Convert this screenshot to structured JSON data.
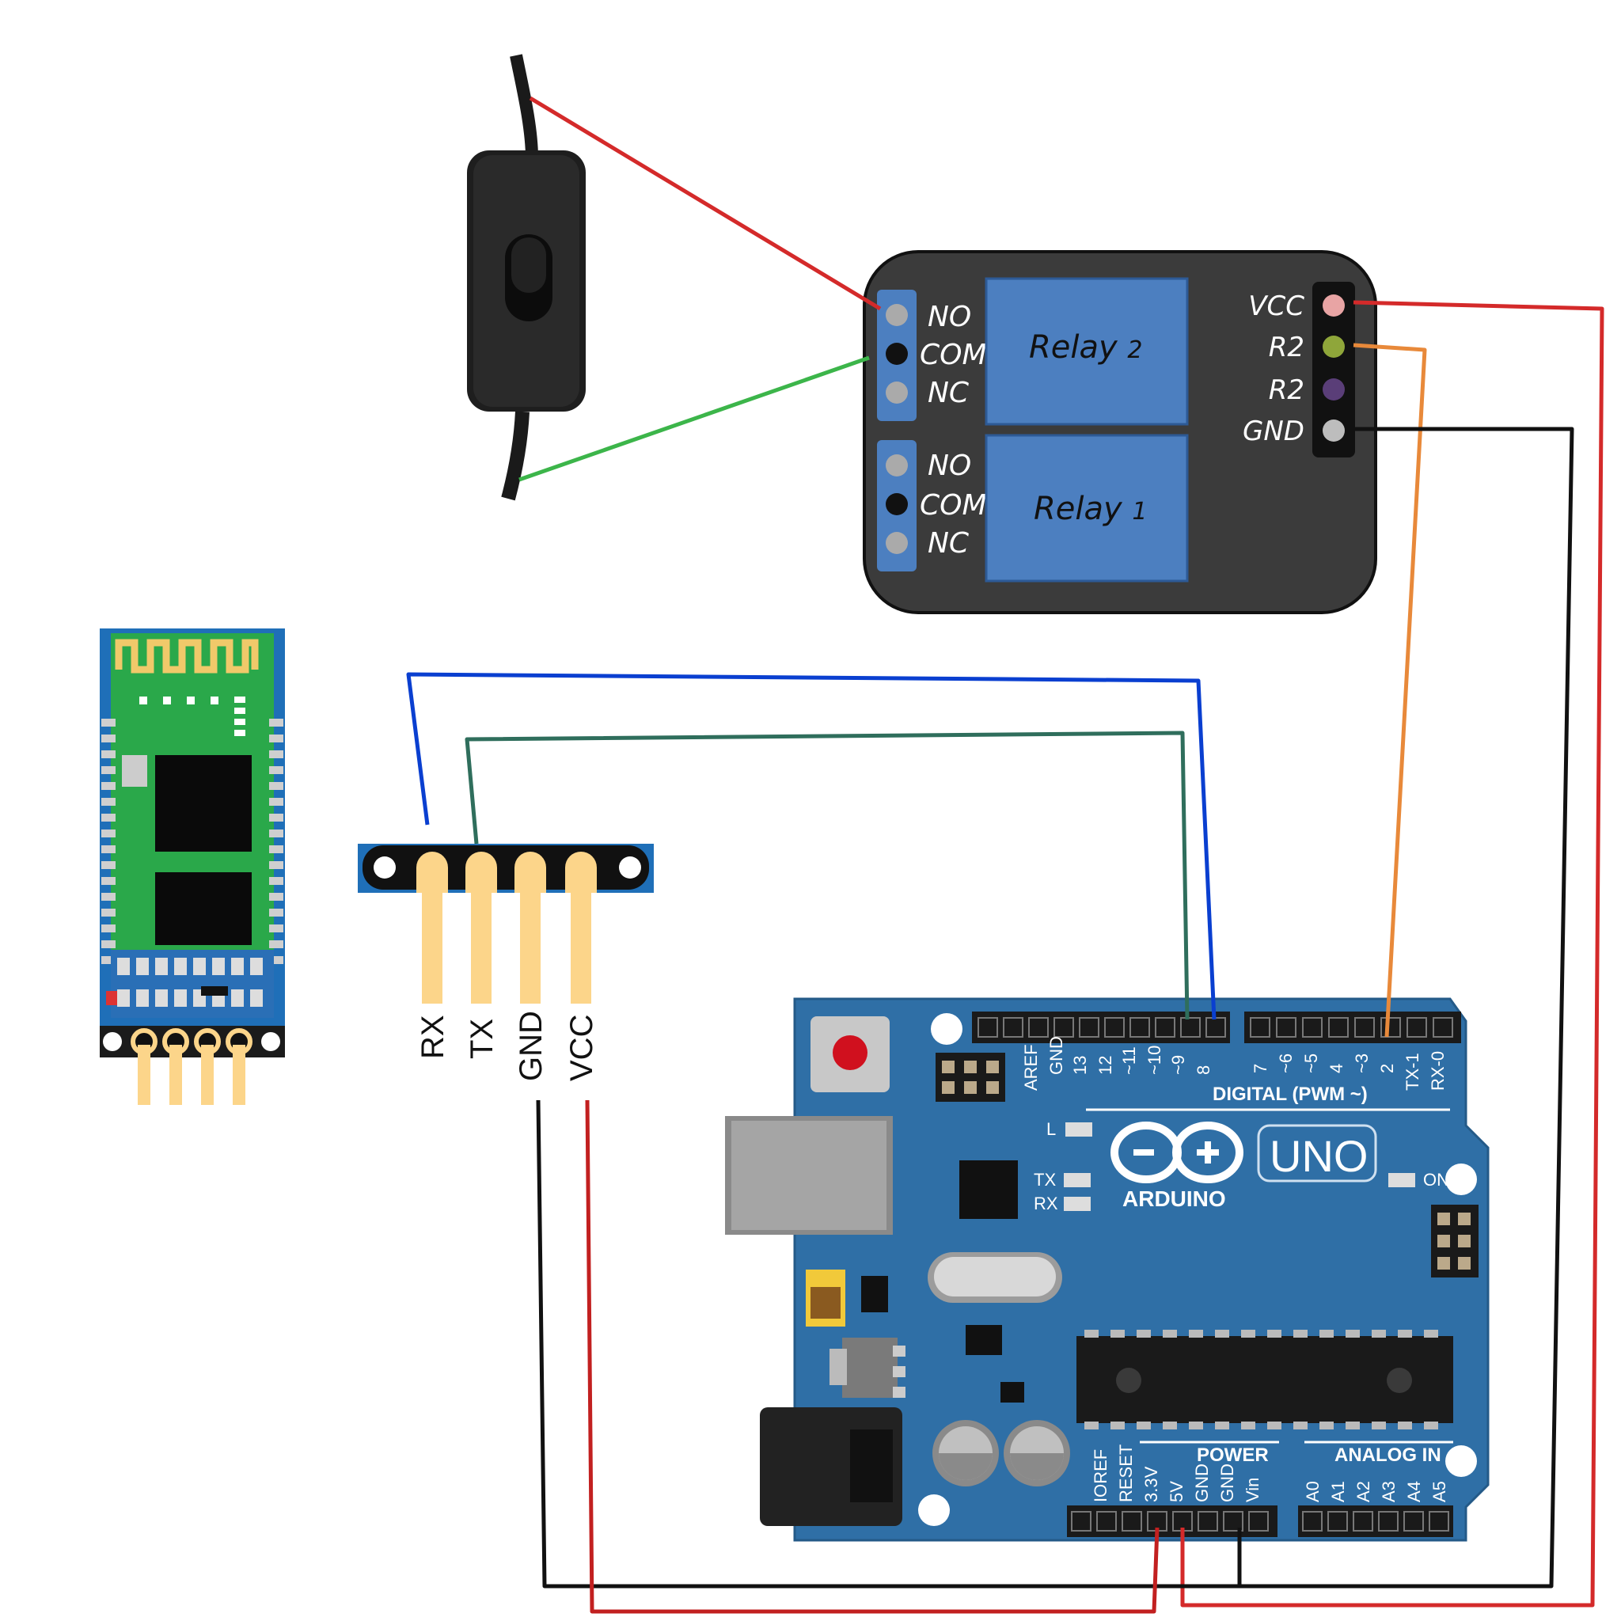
{
  "relay_module": {
    "relay2": {
      "prefix": "Relay ",
      "num": "2"
    },
    "relay1": {
      "prefix": "Relay ",
      "num": "1"
    },
    "terminal_upper": {
      "no": "NO",
      "com": "COM",
      "nc": "NC"
    },
    "terminal_lower": {
      "no": "NO",
      "com": "COM",
      "nc": "NC"
    },
    "pins": [
      {
        "label": "VCC",
        "color": "#e8a4a4"
      },
      {
        "label": "R2",
        "color": "#8fa63a"
      },
      {
        "label": "R2",
        "color": "#5a3e78"
      },
      {
        "label": "GND",
        "color": "#bdbdbd"
      }
    ]
  },
  "breakout": {
    "labels": [
      "RX",
      "TX",
      "GND",
      "VCC"
    ]
  },
  "arduino": {
    "logo_text": "ARDUINO",
    "model": "UNO",
    "digital_title": "DIGITAL (PWM ~)",
    "digital_pins_left": [
      "AREF",
      "GND",
      "13",
      "12",
      "~11",
      "~10",
      "~9",
      "8"
    ],
    "digital_pins_right": [
      "7",
      "~6",
      "~5",
      "4",
      "~3",
      "2",
      "TX-1",
      "RX-0"
    ],
    "led_l": "L",
    "led_tx": "TX",
    "led_rx": "RX",
    "led_on": "ON",
    "power_title": "POWER",
    "power_pins": [
      "IOREF",
      "RESET",
      "3.3V",
      "5V",
      "GND",
      "GND",
      "Vin"
    ],
    "analog_title": "ANALOG IN",
    "analog_pins": [
      "A0",
      "A1",
      "A2",
      "A3",
      "A4",
      "A5"
    ]
  },
  "wire_colors": {
    "red": "#d42a2a",
    "green": "#3cb54a",
    "blue": "#0a3fd0",
    "teal": "#2f6e5c",
    "orange": "#e8893a",
    "black": "#111111"
  },
  "board_colors": {
    "arduino_blue": "#2f6fa6",
    "relay_body": "#3b3b3b",
    "relay_blue": "#4c7fc0",
    "hc05_green": "#2aa84a",
    "hc05_blue": "#1f6fb8",
    "pin_gold": "#fcd58a"
  }
}
